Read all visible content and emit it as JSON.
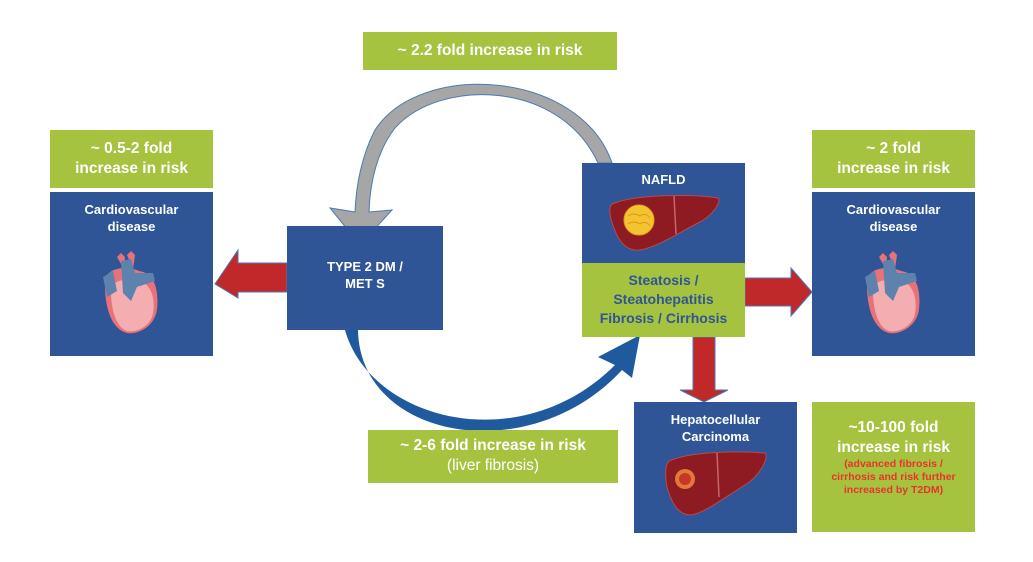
{
  "top_label": "~ 2.2 fold increase in risk",
  "left_risk": {
    "line1": "~ 0.5-2 fold",
    "line2": "increase in risk"
  },
  "left_box": {
    "line1": "Cardiovascular",
    "line2": "disease",
    "icon": "heart-icon"
  },
  "right_risk": {
    "line1": "~ 2 fold",
    "line2": "increase in risk"
  },
  "right_box": {
    "line1": "Cardiovascular",
    "line2": "disease",
    "icon": "heart-icon"
  },
  "center_box": {
    "line1": "TYPE 2 DM /",
    "line2": "MET S"
  },
  "nafld": {
    "title": "NAFLD",
    "icon": "fatty-liver-icon",
    "stages": [
      "Steatosis /",
      "Steatohepatitis",
      "Fibrosis / Cirrhosis"
    ]
  },
  "hcc_box": {
    "line1": "Hepatocellular",
    "line2": "Carcinoma",
    "icon": "liver-tumor-icon"
  },
  "bottom_label": {
    "line1": "~ 2-6 fold increase in risk",
    "line2": "(liver fibrosis)"
  },
  "hcc_risk": {
    "line1": "~10-100 fold",
    "line2": "increase in risk",
    "note": [
      "(advanced fibrosis /",
      "cirrhosis and risk further",
      "increased by T2DM)"
    ]
  },
  "colors": {
    "green": "#a5c33f",
    "blue": "#2f5596",
    "red_arrow": "#c0282a",
    "grey_arrow": "#a6a6a6",
    "note_red": "#e8342a"
  }
}
